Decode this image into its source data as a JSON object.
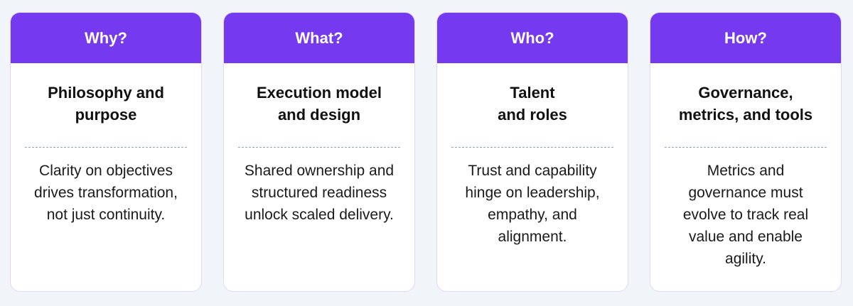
{
  "cards": [
    {
      "header": "Why?",
      "title_lines": [
        "Philosophy and",
        "purpose"
      ],
      "body_lines": [
        "Clarity on objectives",
        "drives transformation,",
        "not just continuity."
      ]
    },
    {
      "header": "What?",
      "title_lines": [
        "Execution model",
        "and design"
      ],
      "body_lines": [
        "Shared ownership and",
        "structured readiness",
        "unlock scaled delivery."
      ]
    },
    {
      "header": "Who?",
      "title_lines": [
        "Talent",
        "and roles"
      ],
      "body_lines": [
        "Trust and capability",
        "hinge on leadership,",
        "empathy, and",
        "alignment."
      ]
    },
    {
      "header": "How?",
      "title_lines": [
        "Governance,",
        "metrics, and tools"
      ],
      "body_lines": [
        "Metrics and",
        "governance must",
        "evolve to track real",
        "value and enable",
        "agility."
      ]
    }
  ],
  "colors": {
    "accent": "#7539ef",
    "background": "#f1f4f8",
    "border": "#e2d6fb"
  }
}
